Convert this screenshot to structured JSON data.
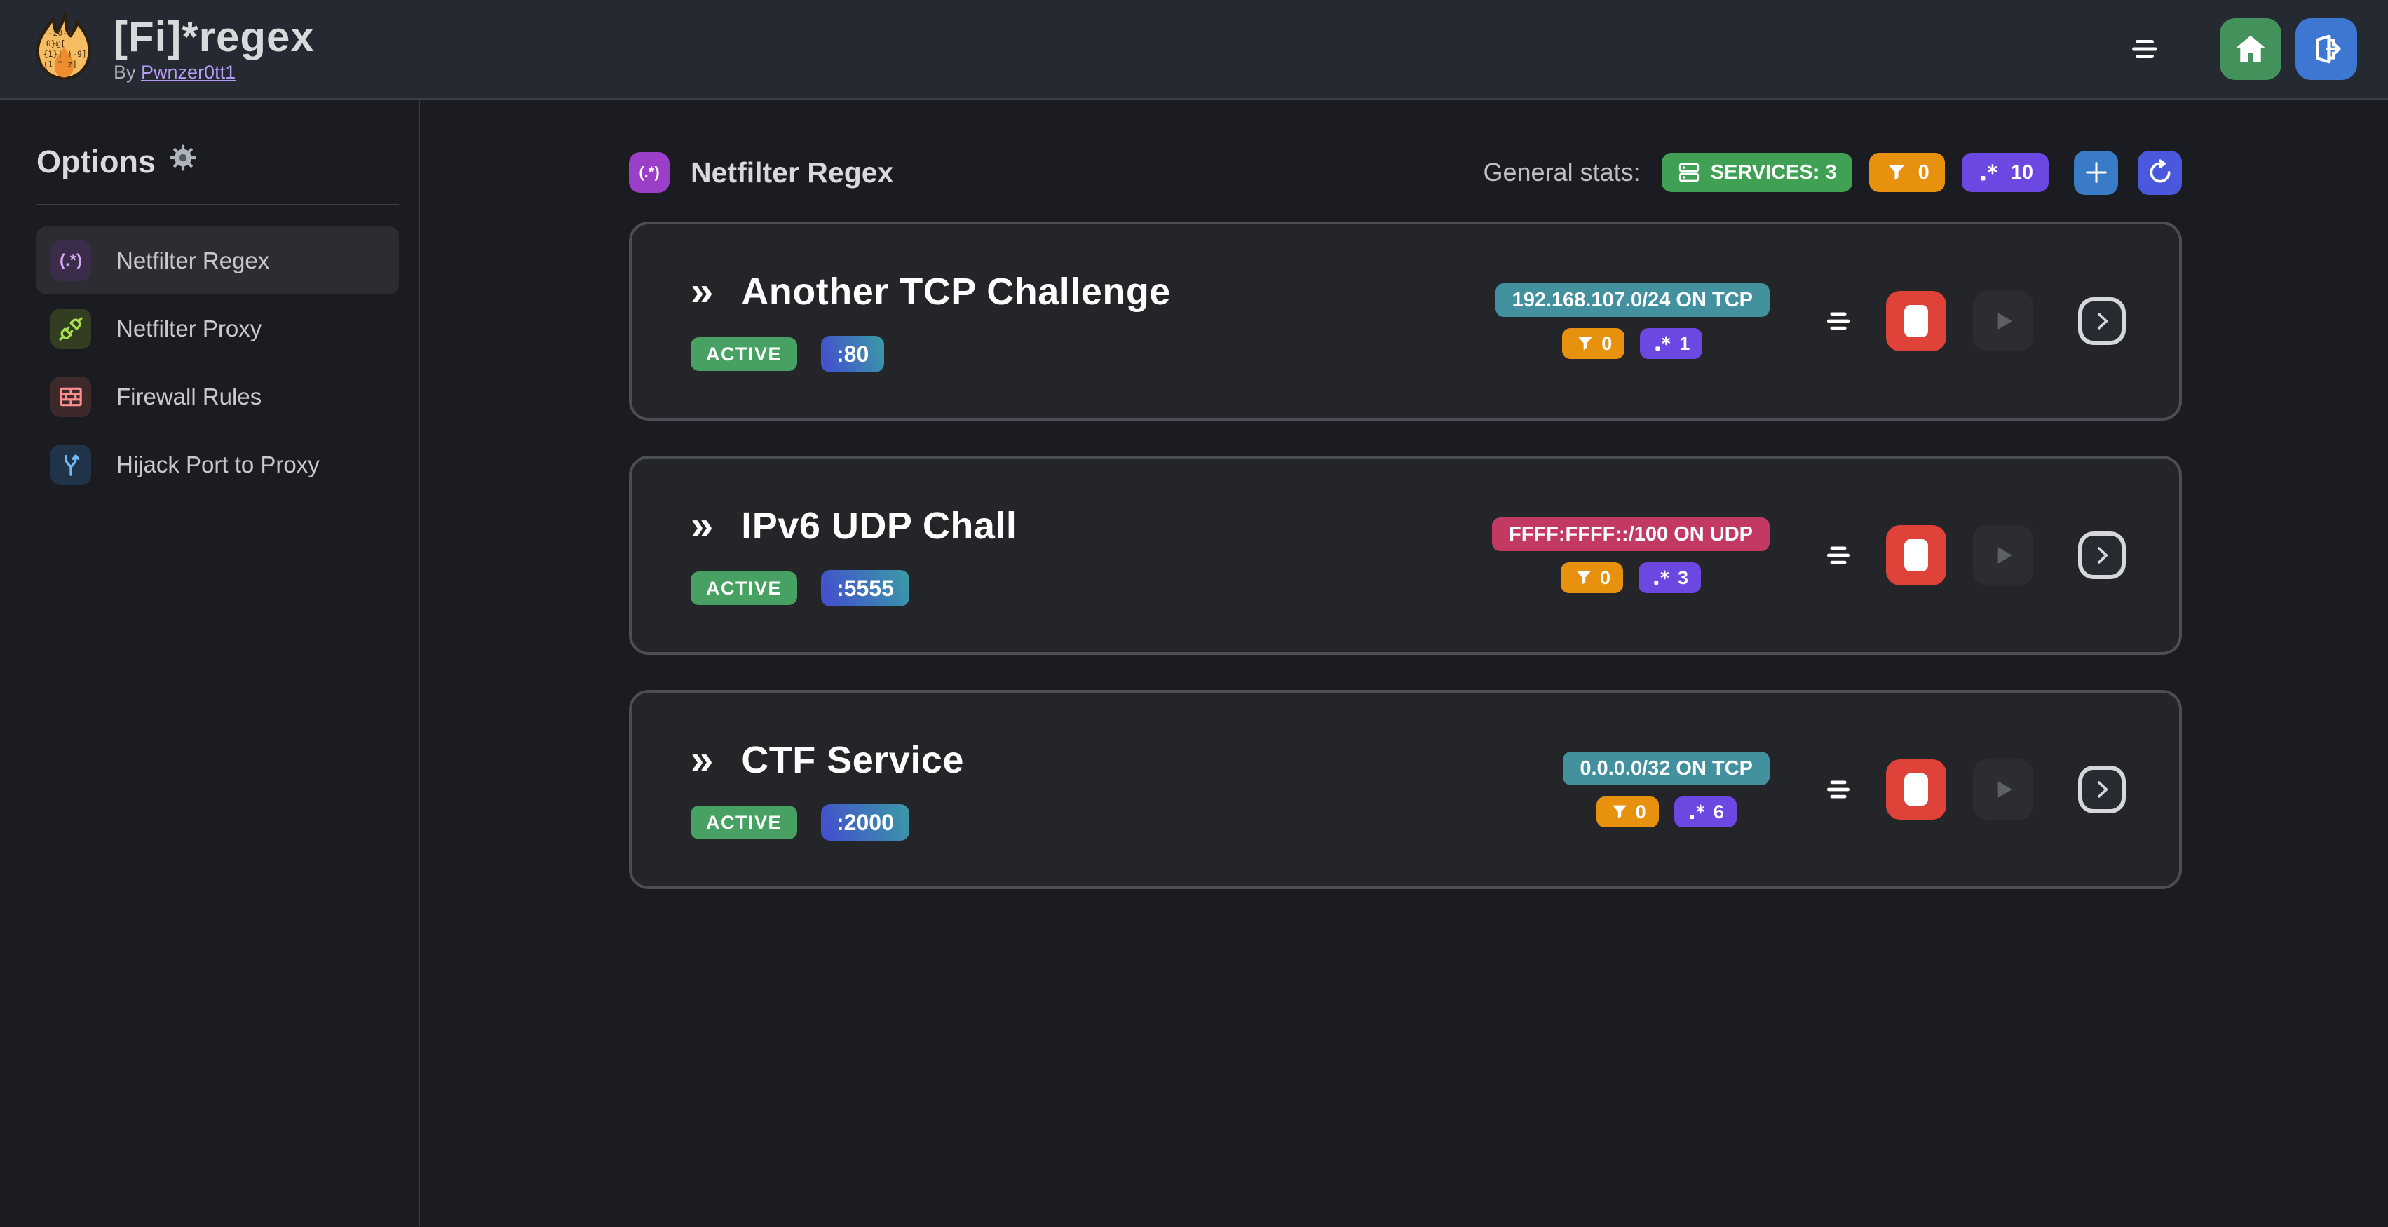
{
  "app": {
    "title": "[Fi]*regex",
    "byline_prefix": "By",
    "author": "Pwnzer0tt1",
    "logo_glyphs": [
      "-z0-9",
      "0}@[",
      "{1}| )-9]",
      "(1 ^ z]"
    ],
    "card_chevron": "»"
  },
  "sidebar": {
    "heading": "Options",
    "items": [
      {
        "label": "Netfilter Regex",
        "icon": "regex",
        "icon_text": "(.*)",
        "active": true
      },
      {
        "label": "Netfilter Proxy",
        "icon": "proxy",
        "active": false
      },
      {
        "label": "Firewall Rules",
        "icon": "firewall",
        "active": false
      },
      {
        "label": "Hijack Port to Proxy",
        "icon": "hijack",
        "active": false
      }
    ]
  },
  "main": {
    "section": {
      "icon_text": "(.*)",
      "title": "Netfilter Regex"
    },
    "stats": {
      "label": "General stats:",
      "services": "SERVICES: 3",
      "filtered": "0",
      "regexes": "10"
    },
    "services": [
      {
        "name": "Another TCP Challenge",
        "status": "ACTIVE",
        "port": ":80",
        "cidr": "192.168.107.0/24 ON TCP",
        "cidr_color": "teal",
        "filtered": "0",
        "regexes": "1"
      },
      {
        "name": "IPv6 UDP Chall",
        "status": "ACTIVE",
        "port": ":5555",
        "cidr": "FFFF:FFFF::/100 ON UDP",
        "cidr_color": "pink",
        "filtered": "0",
        "regexes": "3"
      },
      {
        "name": "CTF Service",
        "status": "ACTIVE",
        "port": ":2000",
        "cidr": "0.0.0.0/32 ON TCP",
        "cidr_color": "teal",
        "filtered": "0",
        "regexes": "6"
      }
    ]
  },
  "colors": {
    "topbar_bg": "#252932",
    "page_bg": "#1b1c21",
    "card_bg": "#232529",
    "card_border": "#4b4e54",
    "green_badge": "#40a155",
    "active_green": "#47a162",
    "orange_badge": "#e8910e",
    "violet_badge": "#6c47e2",
    "teal_badge": "#43919e",
    "pink_badge": "#c23a64",
    "add_blue": "#3a7bc8",
    "refresh_indigo": "#4a58de",
    "home_green": "#43925c",
    "logout_blue": "#3d77d2",
    "stop_red": "#df4238",
    "grape_icon": "#9b3fc8",
    "link_purple": "#b59df7",
    "port_gradient_from": "#4353cc",
    "port_gradient_to": "#3a98a8"
  }
}
